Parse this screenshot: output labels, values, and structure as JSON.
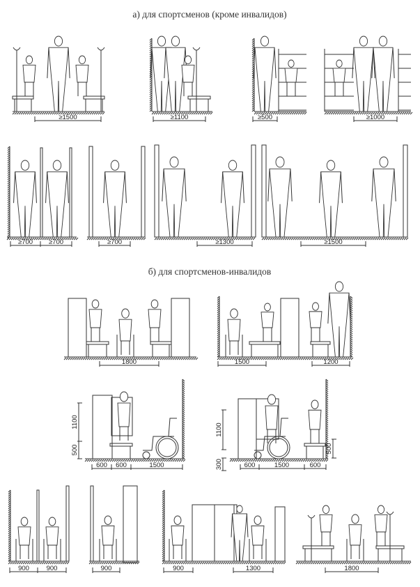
{
  "section_a": {
    "title": "а) для спортсменов (кроме инвалидов)",
    "dimensions": [
      "≥1500",
      "≥1100",
      "≥500",
      "≥1000",
      "≥700",
      "≥700",
      "≥700",
      "≥1300",
      "≥1500"
    ]
  },
  "section_b": {
    "title": "б) для спортсменов-инвалидов",
    "dimensions": [
      "1800",
      "1500",
      "1200",
      "600",
      "600",
      "1500",
      "600",
      "1500",
      "600",
      "900",
      "900",
      "900",
      "900",
      "1300",
      "1800"
    ],
    "vertical_dimensions": [
      "1100",
      "500",
      "1100",
      "300",
      "500"
    ]
  }
}
